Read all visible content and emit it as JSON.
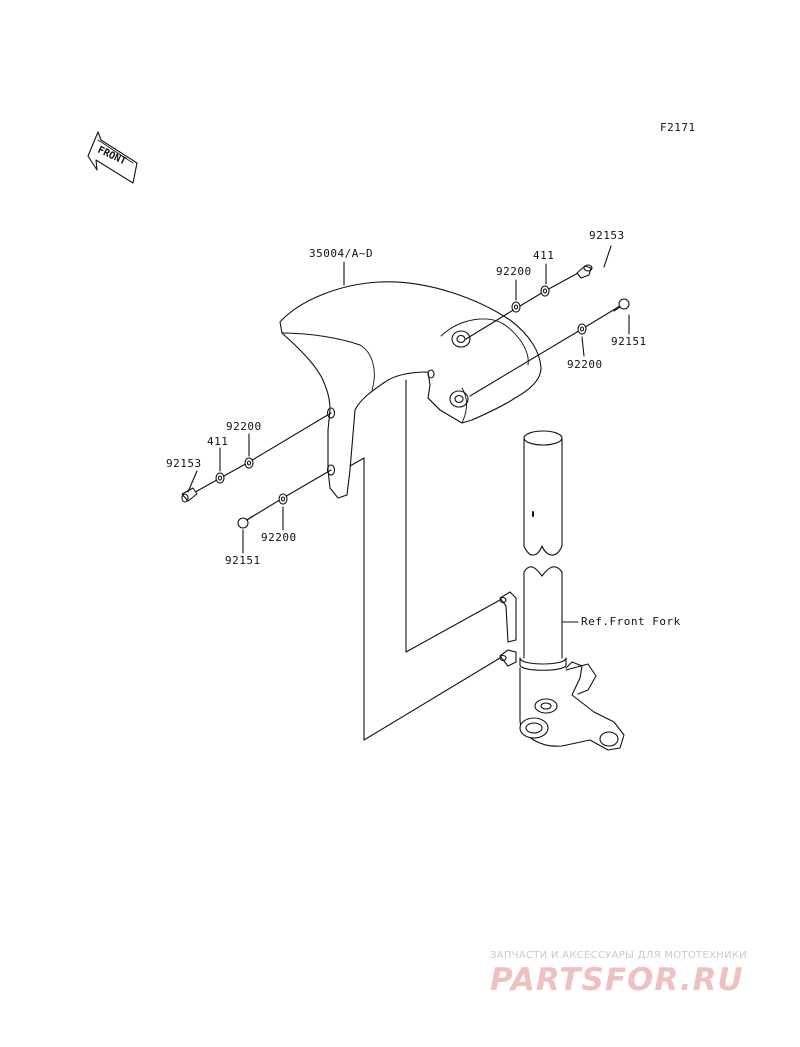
{
  "figure_code": "F2171",
  "front_label": "FRONT",
  "parts": {
    "fender": "35004/A~D",
    "bolt_top_right": "92153",
    "collar_top_right": "411",
    "washer_top_right": "92200",
    "bolt_right": "92151",
    "washer_right": "92200",
    "washer_left_upper": "92200",
    "collar_left": "411",
    "bolt_left": "92153",
    "washer_left_lower": "92200",
    "bolt_left_lower": "92151"
  },
  "reference": "Ref.Front Fork",
  "watermark": {
    "tagline": "ЗАПЧАСТИ И АКСЕССУАРЫ ДЛЯ МОТОТЕХНИКИ",
    "logo": "PARTSFOR.RU"
  }
}
